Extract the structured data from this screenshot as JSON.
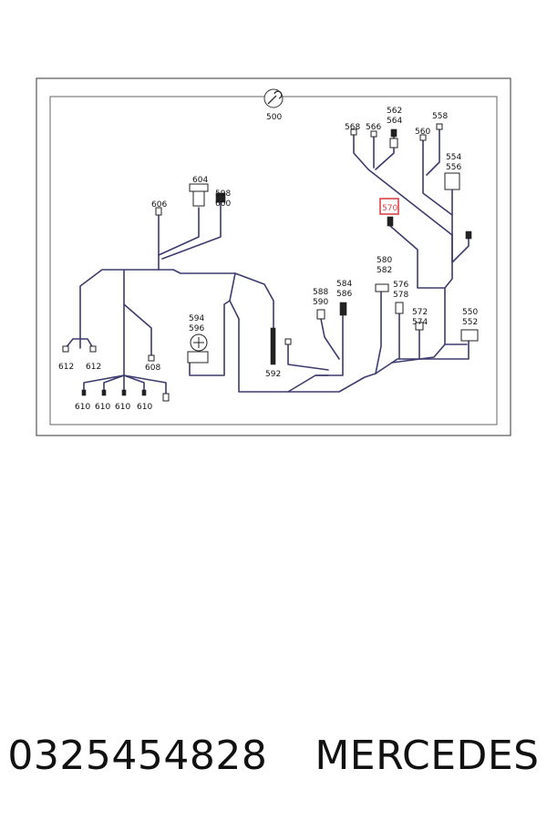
{
  "labels": {
    "l500": "500",
    "l562": "562",
    "l564": "564",
    "l558": "558",
    "l568": "568",
    "l566": "566",
    "l560": "560",
    "l554": "554",
    "l556": "556",
    "l604": "604",
    "l598": "598",
    "l600": "600",
    "l606": "606",
    "l570": "570",
    "l580": "580",
    "l582": "582",
    "l588": "588",
    "l590": "590",
    "l584": "584",
    "l586": "586",
    "l576": "576",
    "l578": "578",
    "l594": "594",
    "l596": "596",
    "l572": "572",
    "l574": "574",
    "l550": "550",
    "l552": "552",
    "l612a": "612",
    "l612b": "612",
    "l608": "608",
    "l592": "592",
    "l610a": "610",
    "l610b": "610",
    "l610c": "610",
    "l610d": "610"
  },
  "highlight_color": "#d9444a",
  "caption": {
    "part_number": "0325454828",
    "brand": "MERCEDES"
  }
}
